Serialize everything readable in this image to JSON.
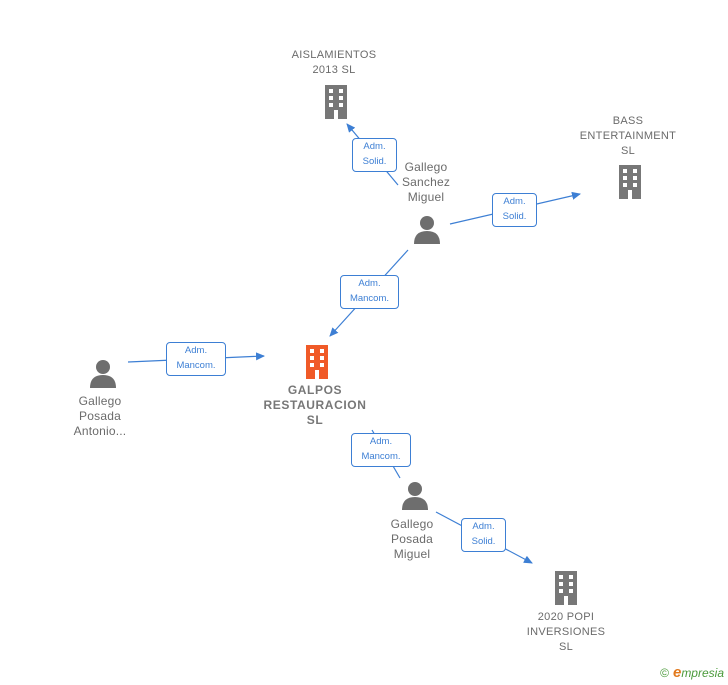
{
  "colors": {
    "link": "#3d7fd4",
    "building_main": "#f05a28",
    "building": "#777777",
    "person": "#6e6e6e",
    "text": "#6b6b6b"
  },
  "nodes": {
    "aislamientos": {
      "lines": [
        "AISLAMIENTOS",
        "2013 SL"
      ],
      "icon": "building-icon"
    },
    "bass": {
      "lines": [
        "BASS",
        "ENTERTAINMENT",
        "SL"
      ],
      "icon": "building-icon"
    },
    "galpos": {
      "lines": [
        "GALPOS",
        "RESTAURACION",
        "SL"
      ],
      "icon": "building-icon"
    },
    "popi": {
      "lines": [
        "2020 POPI",
        "INVERSIONES",
        "SL"
      ],
      "icon": "building-icon"
    },
    "gallego_sanchez": {
      "lines": [
        "Gallego",
        "Sanchez",
        "Miguel"
      ],
      "icon": "person-icon"
    },
    "gallego_antonio": {
      "lines": [
        "Gallego",
        "Posada",
        "Antonio..."
      ],
      "icon": "person-icon"
    },
    "gallego_miguel": {
      "lines": [
        "Gallego",
        "Posada",
        "Miguel"
      ],
      "icon": "person-icon"
    }
  },
  "relations": {
    "r1": {
      "line1": "Adm.",
      "line2": "Solid."
    },
    "r2": {
      "line1": "Adm.",
      "line2": "Solid."
    },
    "r3": {
      "line1": "Adm.",
      "line2": "Mancom."
    },
    "r4": {
      "line1": "Adm.",
      "line2": "Mancom."
    },
    "r5": {
      "line1": "Adm.",
      "line2": "Mancom."
    },
    "r6": {
      "line1": "Adm.",
      "line2": "Solid."
    }
  },
  "footer": {
    "copyright": "©",
    "brand_e": "e",
    "brand_rest": "mpresia"
  }
}
